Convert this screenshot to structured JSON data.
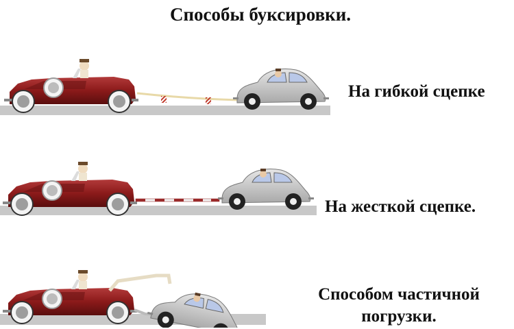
{
  "title": "Способы буксировки.",
  "methods": [
    {
      "id": "flexible",
      "label": "На гибкой сцепке",
      "hitch": "flexible-rope"
    },
    {
      "id": "rigid",
      "label": "На жесткой сцепке.",
      "hitch": "rigid-bar"
    },
    {
      "id": "partial",
      "label_line1": "Способом частичной",
      "label_line2": "погрузки.",
      "hitch": "crane-partial-load"
    }
  ],
  "colors": {
    "road": "#c8c8c8",
    "towing_car": "#8b1a1a",
    "towed_car": "#cfcfcf",
    "flag": "#c0392b",
    "rope": "#e8d9a8"
  }
}
